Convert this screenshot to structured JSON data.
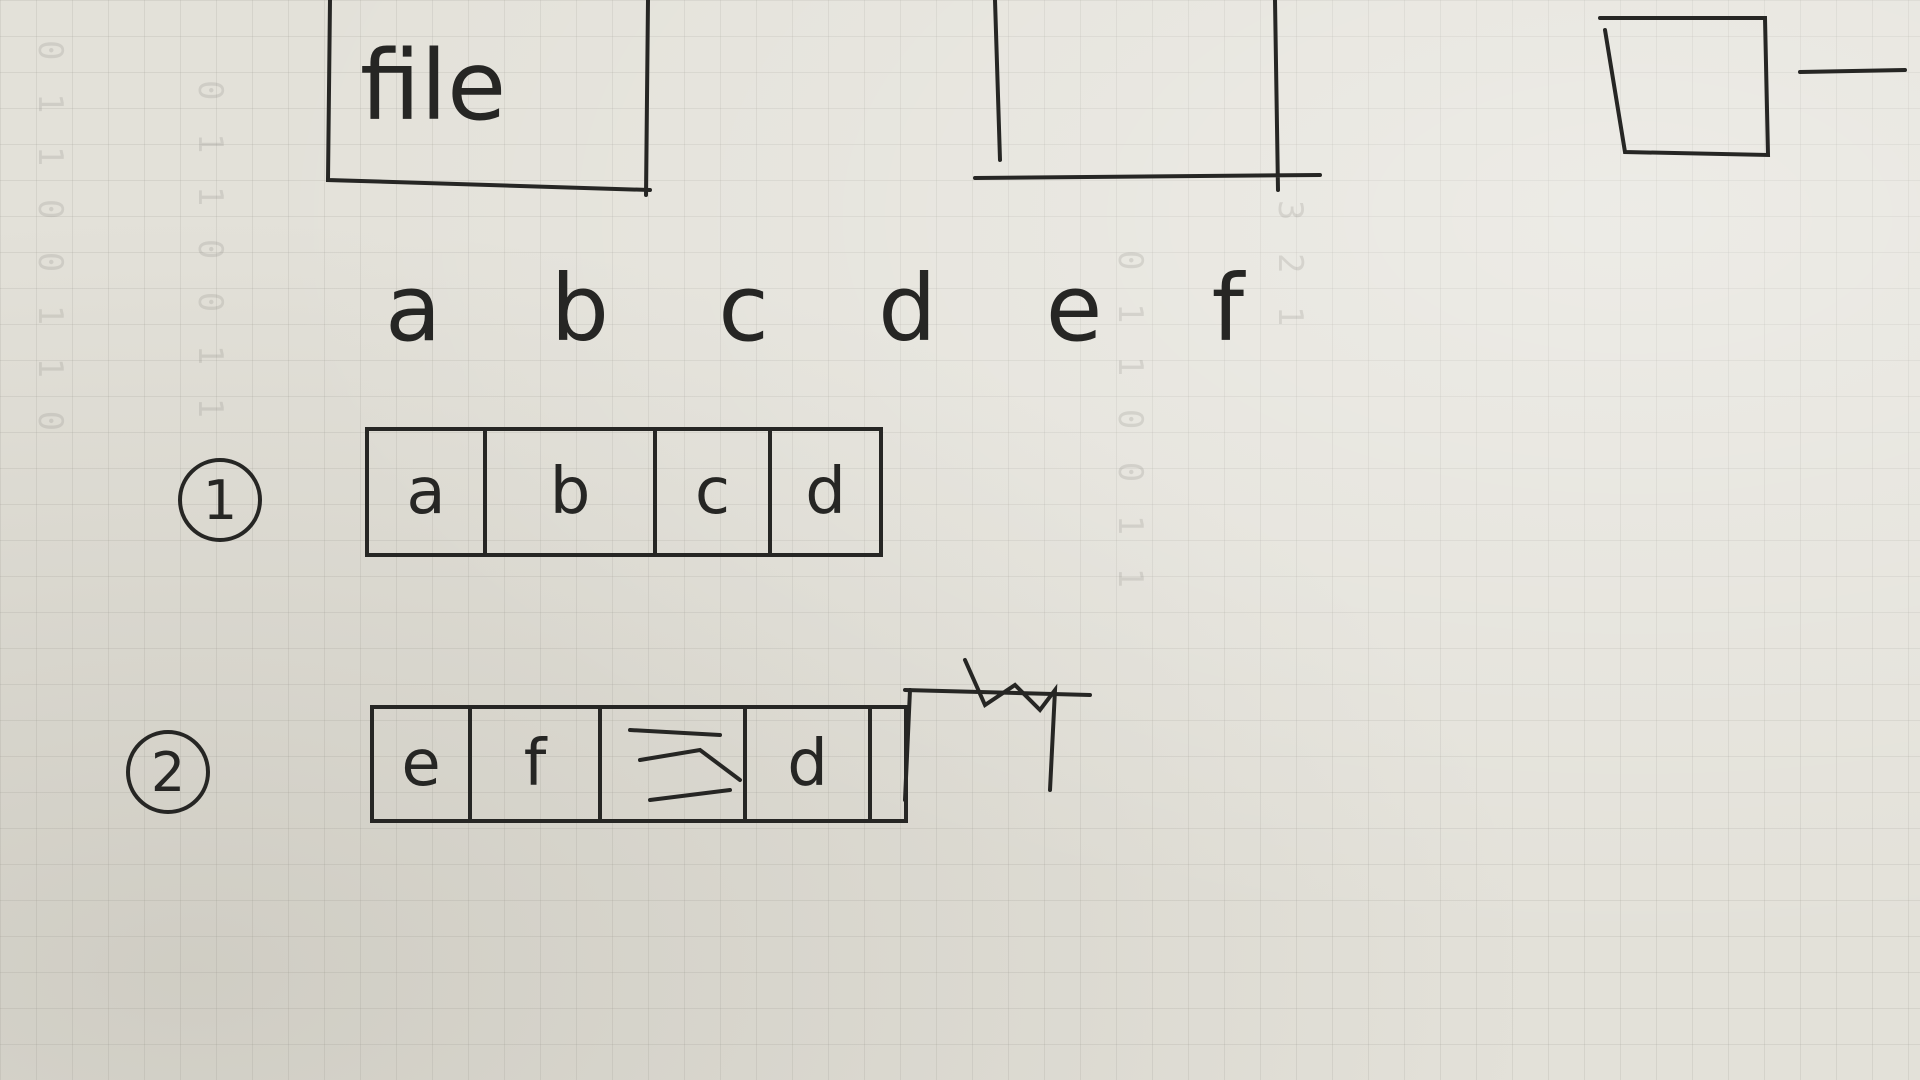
{
  "top_left_box": {
    "label": "file"
  },
  "letters_row": {
    "text": "a b c d e f"
  },
  "row1": {
    "marker": "1",
    "cells": [
      "a",
      "b",
      "c",
      "d"
    ]
  },
  "row2": {
    "marker": "2",
    "cells": [
      "e",
      "f",
      "",
      "d",
      ""
    ]
  },
  "colors": {
    "ink": "#262624",
    "paper": "#e3e1d9"
  }
}
